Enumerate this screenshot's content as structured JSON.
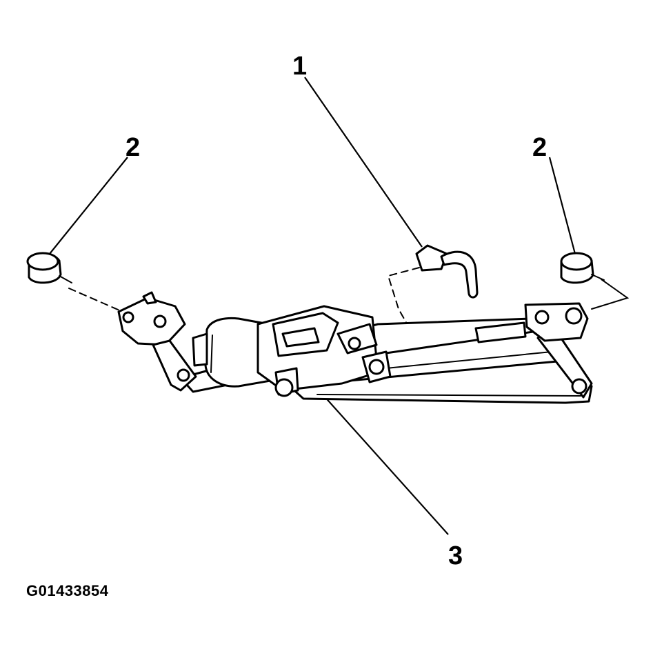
{
  "callouts": {
    "c1": "1",
    "c2_left": "2",
    "c2_right": "2",
    "c3": "3"
  },
  "figure_id": "G01433854",
  "colors": {
    "ink": "#000000",
    "paper": "#ffffff"
  }
}
